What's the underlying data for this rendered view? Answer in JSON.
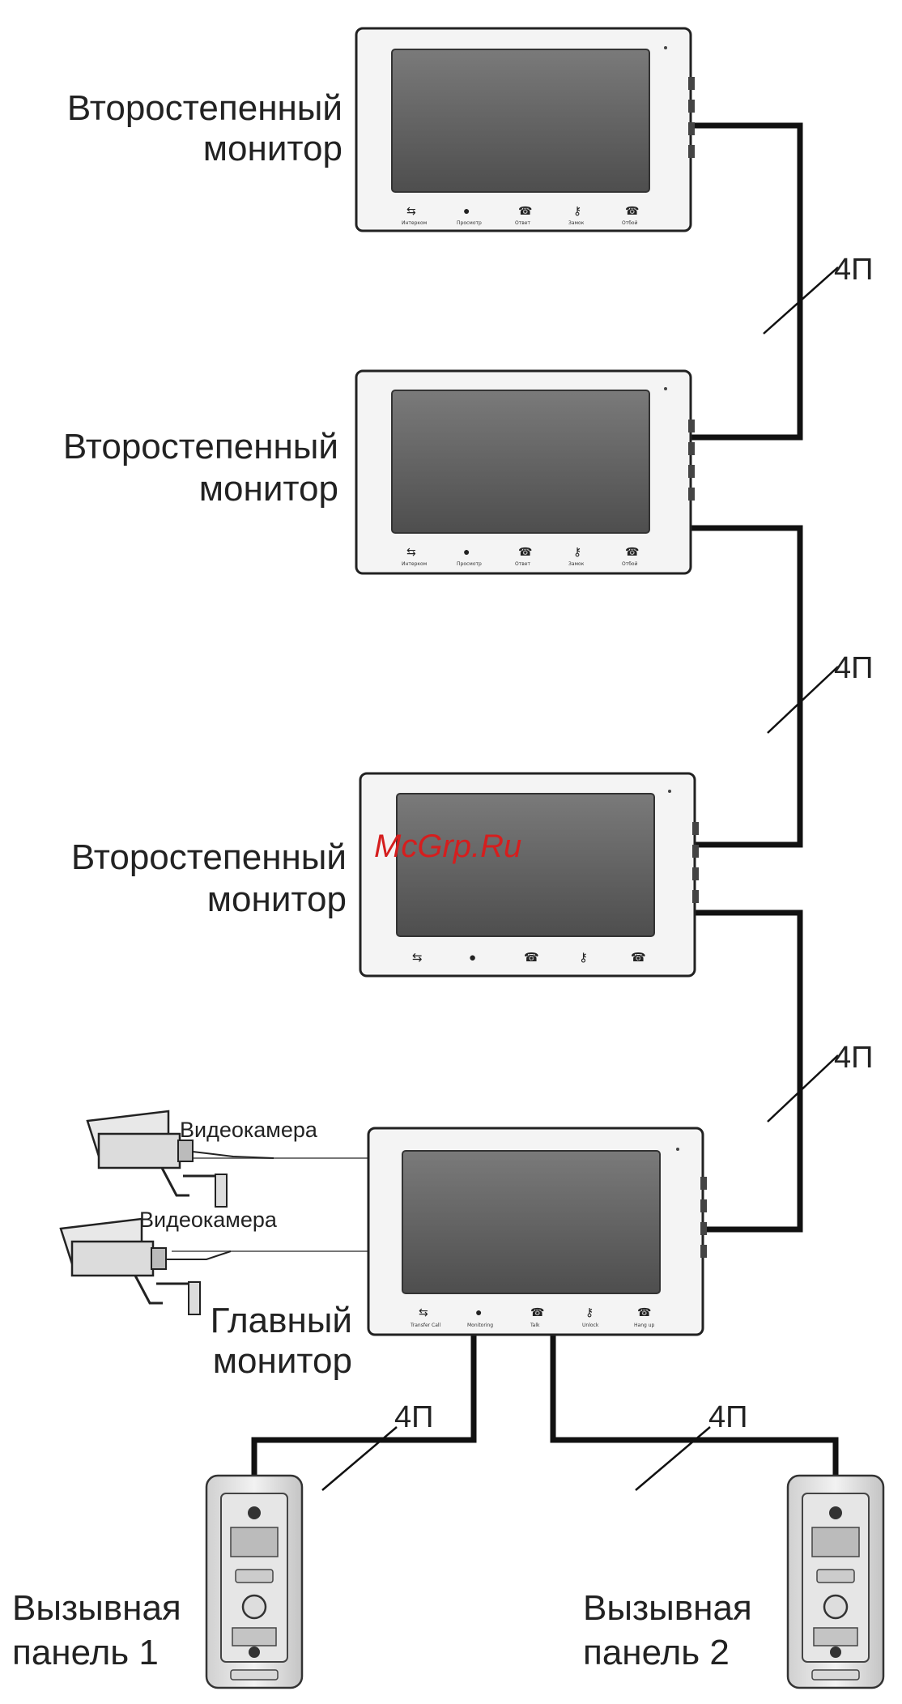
{
  "labels": {
    "secondary_monitor_line1": "Второстепенный",
    "secondary_monitor_line2": "монитор",
    "main_monitor_line1": "Главный",
    "main_monitor_line2": "монитор",
    "camera": "Видеокамера",
    "cable": "4П",
    "call_panel_word": "Вызывная",
    "panel_1": "панель 1",
    "panel_2": "панель 2"
  },
  "monitor_buttons_ru": [
    "Интерком",
    "Просмотр",
    "Ответ",
    "Замок",
    "Отбой"
  ],
  "monitor_buttons_en": [
    "Transfer Call",
    "Monitoring",
    "Talk",
    "Unlock",
    "Hang up"
  ],
  "watermark": "McGrp.Ru",
  "colors": {
    "wire": "#111111",
    "monitor_frame": "#f4f4f4",
    "screen": "#6b6b6b",
    "watermark": "#d51e1e"
  }
}
